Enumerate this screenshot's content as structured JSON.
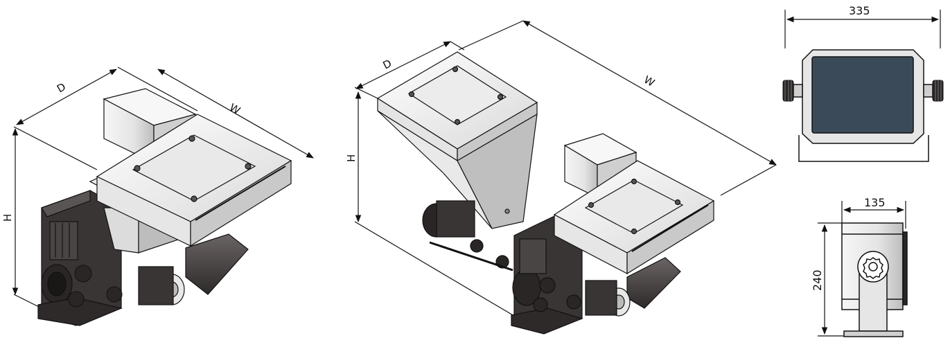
{
  "views": {
    "left_iso": {
      "dim_w": "W",
      "dim_d": "D",
      "dim_h": "H"
    },
    "center_iso": {
      "dim_w": "W",
      "dim_d": "D",
      "dim_h": "H"
    },
    "front_view": {
      "dim_width": "335"
    },
    "side_view": {
      "dim_depth": "135",
      "dim_height": "240"
    }
  },
  "colors": {
    "line": "#111111",
    "housing_dark": "#3a3535",
    "housing_shade": "#5a5555",
    "sheet_light": "#f2f2f2",
    "sheet_mid": "#d8d8d8",
    "screen": "#3b4a58"
  }
}
